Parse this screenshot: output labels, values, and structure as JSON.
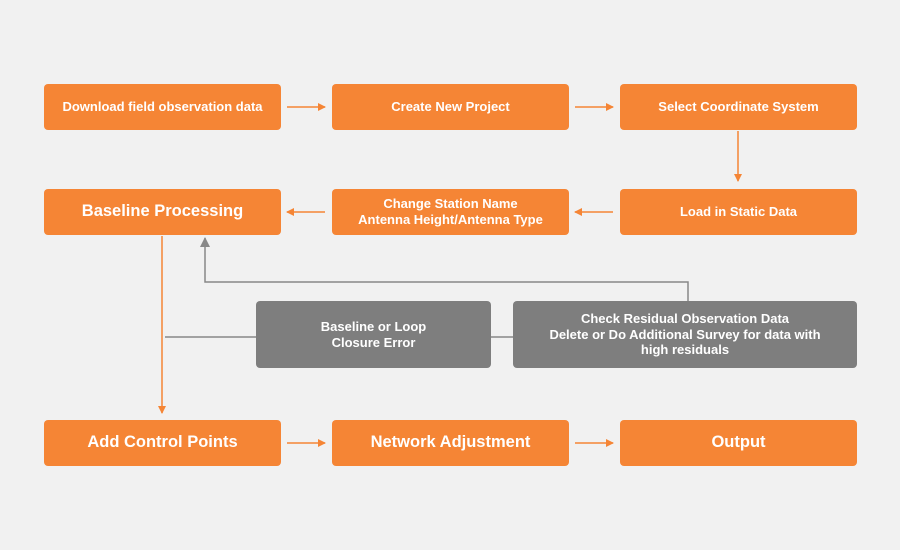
{
  "colors": {
    "background": "#f1f1f1",
    "step": "#f58535",
    "check": "#7e7e7e",
    "text": "#ffffff",
    "arrow": "#f58535",
    "return_arrow": "#888888"
  },
  "steps": {
    "download": "Download field observation data",
    "create_project": "Create New Project",
    "coordinate_system": "Select Coordinate System",
    "load_static": "Load in Static Data",
    "change_station_line1": "Change Station Name",
    "change_station_line2": "Antenna Height/Antenna Type",
    "baseline_processing": "Baseline Processing",
    "add_control_points": "Add Control Points",
    "network_adjustment": "Network Adjustment",
    "output": "Output"
  },
  "checks": {
    "closure_line1": "Baseline or Loop",
    "closure_line2": "Closure Error",
    "residual_line1": "Check Residual Observation Data",
    "residual_line2": "Delete or Do Additional Survey for data with",
    "residual_line3": "high residuals"
  }
}
